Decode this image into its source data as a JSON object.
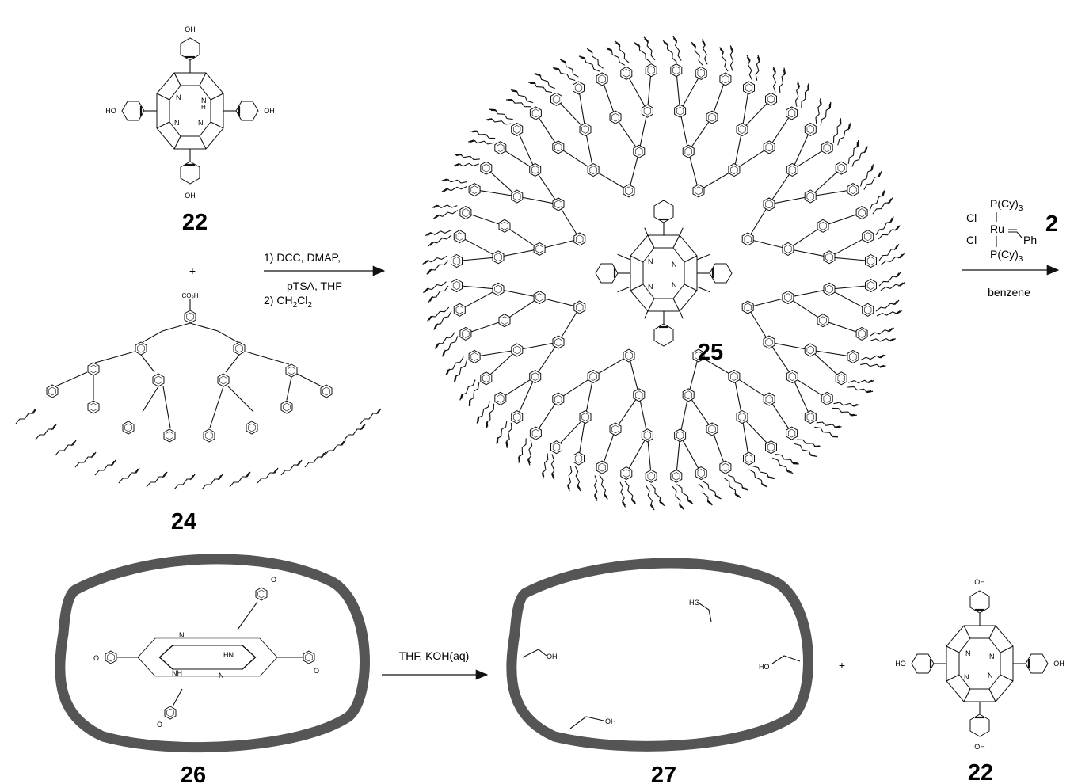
{
  "compounds": {
    "c22_top": "22",
    "c24": "24",
    "c25": "25",
    "c2": "2",
    "c26": "26",
    "c27": "27",
    "c22_bottom": "22"
  },
  "plus_signs": [
    "+",
    "+"
  ],
  "reaction1": {
    "line1": "1) DCC, DMAP,",
    "line2": "pTSA, THF",
    "line3_prefix": "2) CH",
    "line3_sub1": "2",
    "line3_mid": "Cl",
    "line3_sub2": "2"
  },
  "reaction2": {
    "below": "benzene",
    "catalyst": {
      "p_top": "P(Cy)",
      "p_top_sub": "3",
      "cl1": "Cl",
      "ru": "Ru",
      "ph": "Ph",
      "cl2": "Cl",
      "p_bottom": "P(Cy)",
      "p_bottom_sub": "3"
    }
  },
  "reaction3": {
    "label": "THF, KOH(aq)"
  },
  "atoms": {
    "oh": "OH",
    "ho": "HO",
    "n": "N",
    "nh": "NH",
    "hn": "HN",
    "h": "H",
    "o": "O",
    "co2h": "CO",
    "co2h_sub": "2",
    "co2h_h": "H"
  }
}
